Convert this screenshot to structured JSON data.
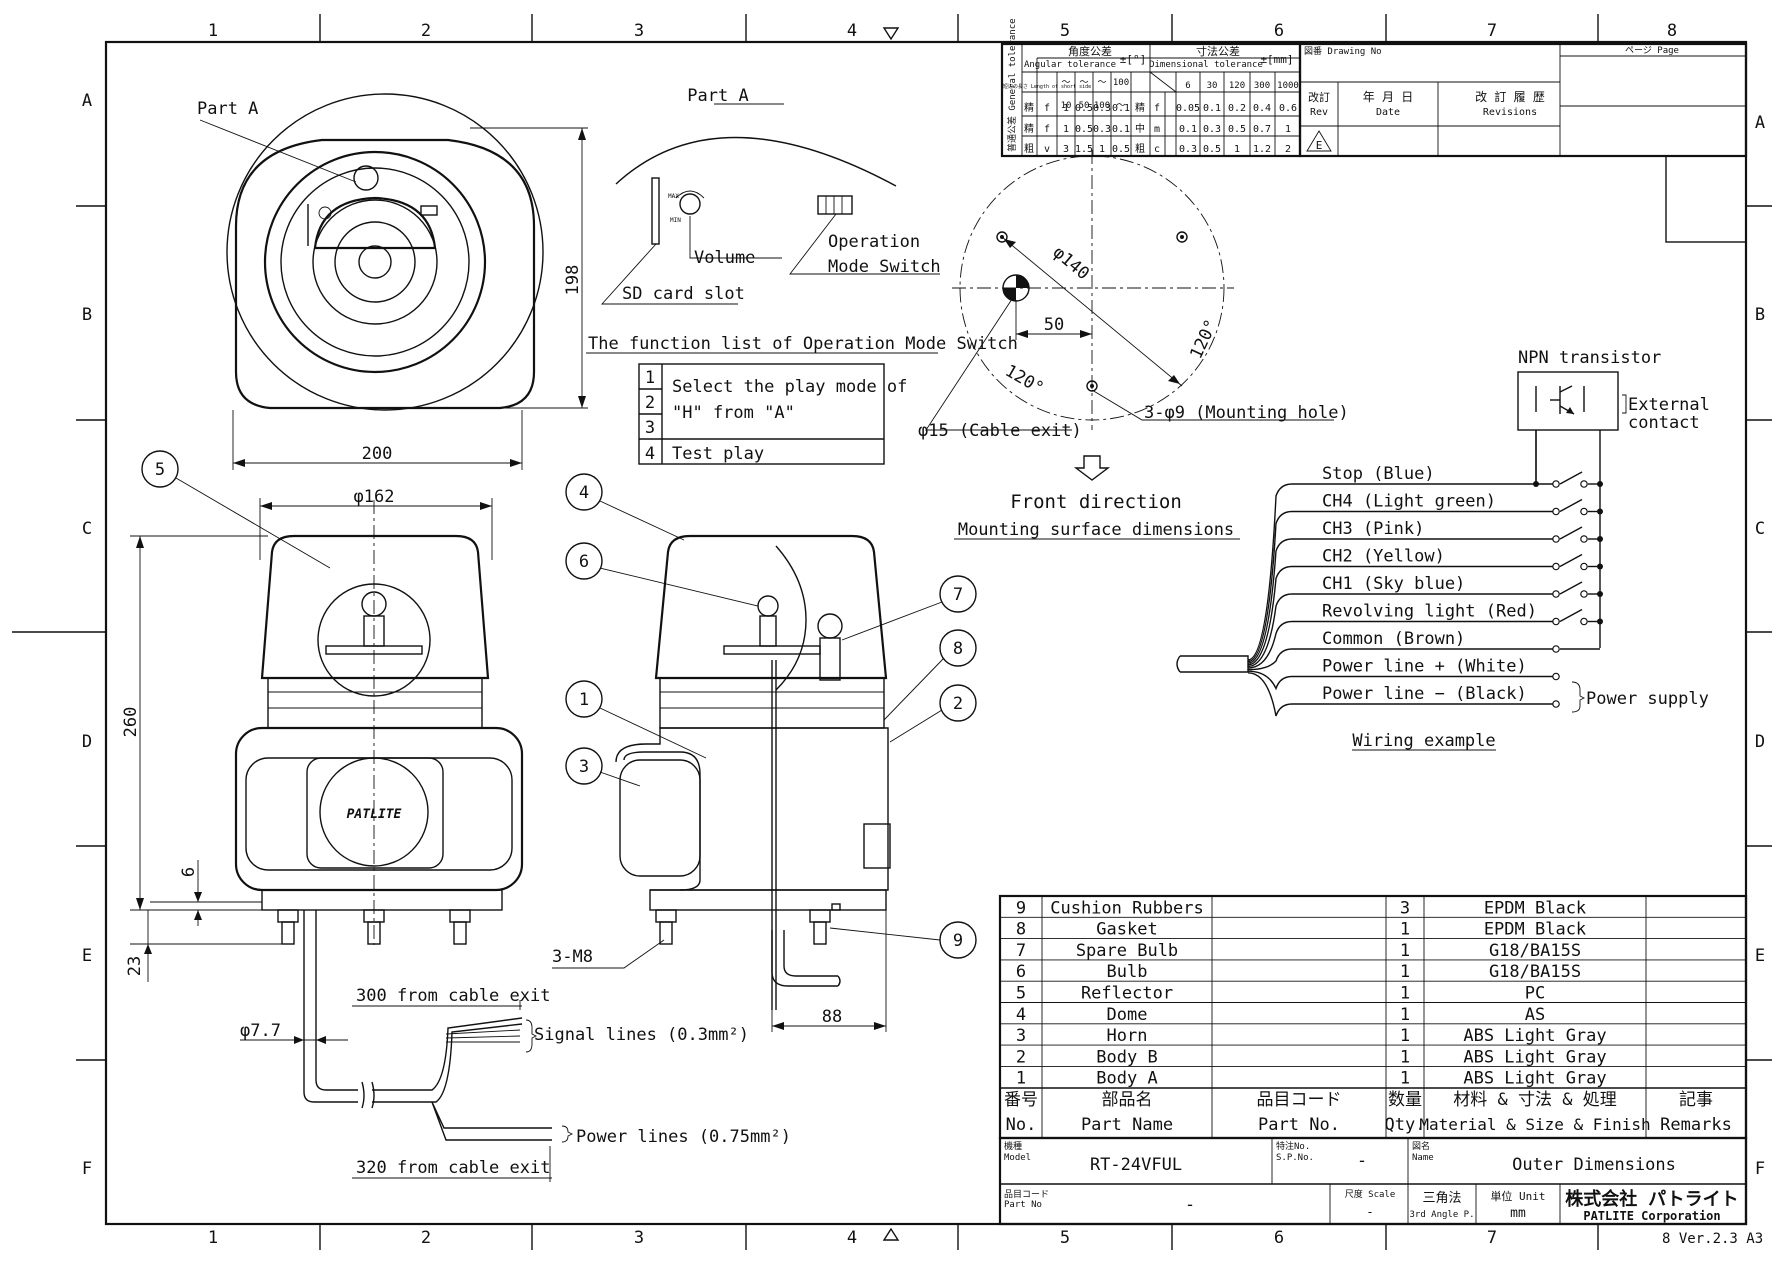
{
  "grid": {
    "cols": [
      "1",
      "2",
      "3",
      "4",
      "5",
      "6",
      "7",
      "8"
    ],
    "rows": [
      "A",
      "B",
      "C",
      "D",
      "E",
      "F"
    ]
  },
  "tolerance": {
    "general_title": "普通公差 General tolerance",
    "angular_title": "角度公差",
    "angular_sub": "Angular tolerance",
    "angular_unit": "±[°]",
    "dim_title": "寸法公差",
    "dim_sub": "Dimensional tolerance",
    "dim_unit": "±[mm]",
    "short_side_label": "短辺の長さ Length of short side",
    "angular_heads": [
      "～",
      "～",
      "～",
      "100"
    ],
    "angular_ranges": [
      "10",
      "50",
      "100",
      "～"
    ],
    "dim_heads": [
      "6",
      "30",
      "120",
      "300",
      "1000"
    ],
    "rows": [
      {
        "grade": "精",
        "code": "f",
        "ang": [
          "1",
          "0.5",
          "0.3",
          "0.1"
        ],
        "dgrade": "精",
        "dcode": "f",
        "dim": [
          "0.05",
          "0.1",
          "0.2",
          "0.4",
          "0.6"
        ]
      },
      {
        "grade": "精",
        "code": "f",
        "ang": [
          "1",
          "0.5",
          "0.3",
          "0.1"
        ],
        "dgrade": "中",
        "dcode": "m",
        "dim": [
          "0.1",
          "0.3",
          "0.5",
          "0.7",
          "1"
        ]
      },
      {
        "grade": "粗",
        "code": "v",
        "ang": [
          "3",
          "1.5",
          "1",
          "0.5"
        ],
        "dgrade": "粗",
        "dcode": "c",
        "dim": [
          "0.3",
          "0.5",
          "1",
          "1.2",
          "2"
        ]
      }
    ]
  },
  "revision": {
    "drawing_no_label": "図番 Drawing No",
    "page_label": "ページ Page",
    "rev_jp": "改訂",
    "rev_en": "Rev",
    "date_jp": "年 月 日",
    "date_en": "Date",
    "revisions_jp": "改 訂 履 歴",
    "revisions_en": "Revisions",
    "rev_mark": "E"
  },
  "views": {
    "top_part_a": "Part A",
    "dim_198": "198",
    "dim_200": "200",
    "part_a_title": "Part A",
    "volume": "Volume",
    "op_mode_switch_1": "Operation",
    "op_mode_switch_2": "Mode Switch",
    "sd_card_slot": "SD card slot",
    "func_list_title": "The function list of Operation Mode Switch",
    "func_rows": [
      {
        "no": "1",
        "text": ""
      },
      {
        "no": "2",
        "text": "Select the play mode of"
      },
      {
        "no": "3",
        "text": "\"H\" from \"A\""
      },
      {
        "no": "4",
        "text": "Test play"
      }
    ],
    "dim_phi140": "φ140",
    "dim_50": "50",
    "angle_120_a": "120°",
    "angle_120_b": "120°",
    "cable_exit": "φ15 (Cable exit)",
    "mounting_hole": "3-φ9 (Mounting hole)",
    "front_direction": "Front direction",
    "mounting_surface": "Mounting surface dimensions",
    "dim_phi162": "φ162",
    "dim_260": "260",
    "dim_6": "6",
    "dim_23": "23",
    "thread_3m8": "3-M8",
    "dim_88": "88",
    "cable_300": "300 from cable exit",
    "cable_320": "320 from cable exit",
    "cable_dia": "φ7.7",
    "signal_lines": "Signal lines (0.3mm²)",
    "power_lines": "Power lines (0.75mm²)",
    "brand_logo": "PATLITE",
    "balloons": [
      "1",
      "2",
      "3",
      "4",
      "5",
      "6",
      "7",
      "8",
      "9"
    ]
  },
  "wiring": {
    "transistor": "NPN transistor",
    "external_1": "External",
    "external_2": "contact",
    "lines": [
      "Stop (Blue)",
      "CH4 (Light green)",
      "CH3 (Pink)",
      "CH2 (Yellow)",
      "CH1 (Sky blue)",
      "Revolving light (Red)",
      "Common (Brown)",
      "Power line + (White)",
      "Power line − (Black)"
    ],
    "power_supply": "Power supply",
    "title": "Wiring example"
  },
  "parts": {
    "rows": [
      {
        "no": "9",
        "name": "Cushion Rubbers",
        "qty": "3",
        "mat": "EPDM Black"
      },
      {
        "no": "8",
        "name": "Gasket",
        "qty": "1",
        "mat": "EPDM Black"
      },
      {
        "no": "7",
        "name": "Spare Bulb",
        "qty": "1",
        "mat": "G18/BA15S"
      },
      {
        "no": "6",
        "name": "Bulb",
        "qty": "1",
        "mat": "G18/BA15S"
      },
      {
        "no": "5",
        "name": "Reflector",
        "qty": "1",
        "mat": "PC"
      },
      {
        "no": "4",
        "name": "Dome",
        "qty": "1",
        "mat": "AS"
      },
      {
        "no": "3",
        "name": "Horn",
        "qty": "1",
        "mat": "ABS Light Gray"
      },
      {
        "no": "2",
        "name": "Body B",
        "qty": "1",
        "mat": "ABS Light Gray"
      },
      {
        "no": "1",
        "name": "Body A",
        "qty": "1",
        "mat": "ABS Light Gray"
      }
    ],
    "head_jp": [
      "番号",
      "部品名",
      "品目コード",
      "数量",
      "材料 & 寸法 & 処理",
      "記事"
    ],
    "head_en": [
      "No.",
      "Part Name",
      "Part No.",
      "Qty.",
      "Material & Size & Finish",
      "Remarks"
    ]
  },
  "title_block": {
    "model_label_jp": "機種",
    "model_label_en": "Model",
    "model": "RT-24VFUL",
    "sp_label_jp": "特注No.",
    "sp_label_en": "S.P.No.",
    "sp_no": "-",
    "name_label_jp": "図名",
    "name_label_en": "Name",
    "drawing_name": "Outer Dimensions",
    "part_label_jp": "品目コード",
    "part_label_en": "Part No",
    "part_no": "-",
    "scale_label": "尺度 Scale",
    "scale": "-",
    "angle_jp": "三角法",
    "angle_en": "3rd Angle P.",
    "unit_label": "単位 Unit",
    "unit": "mm",
    "company_jp": "株式会社 パトライト",
    "company_en": "PATLITE Corporation",
    "footer": "8  Ver.2.3  A3"
  }
}
